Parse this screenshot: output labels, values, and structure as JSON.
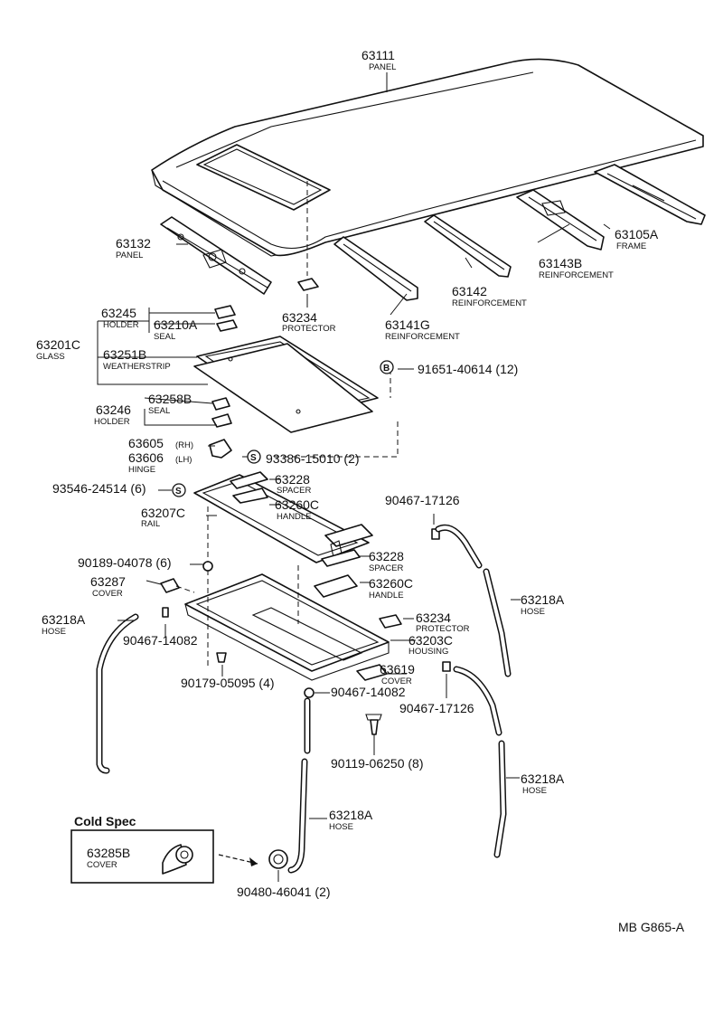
{
  "labels": {
    "panel_roof": {
      "pn": "63111",
      "nm": "PANEL"
    },
    "panel_front": {
      "pn": "63132",
      "nm": "PANEL"
    },
    "frame": {
      "pn": "63105A",
      "nm": "FRAME"
    },
    "reinf_b": {
      "pn": "63143B",
      "nm": "REINFORCEMENT"
    },
    "reinf_142": {
      "pn": "63142",
      "nm": "REINFORCEMENT"
    },
    "reinf_g": {
      "pn": "63141G",
      "nm": "REINFORCEMENT"
    },
    "protector_top": {
      "pn": "63234",
      "nm": "PROTECTOR"
    },
    "holder_top": {
      "pn": "63245",
      "nm": "HOLDER"
    },
    "seal_top": {
      "pn": "63210A",
      "nm": "SEAL"
    },
    "glass": {
      "pn": "63201C",
      "nm": "GLASS"
    },
    "weatherstrip": {
      "pn": "63251B",
      "nm": "WEATHERSTRIP"
    },
    "bolt_b": {
      "code": "B",
      "pn": "91651-40614 (12)"
    },
    "seal_bottom": {
      "pn": "63258B",
      "nm": "SEAL"
    },
    "holder_bottom": {
      "pn": "63246",
      "nm": "HOLDER"
    },
    "hinge": {
      "pn_rh": "63605",
      "rh": "(RH)",
      "pn_lh": "63606",
      "lh": "(LH)",
      "nm": "HINGE"
    },
    "screw_s1": {
      "code": "S",
      "pn": "93386-15010 (2)"
    },
    "screw_s2": {
      "code": "S",
      "pn": "93546-24514 (6)"
    },
    "spacer_1": {
      "pn": "63228",
      "nm": "SPACER"
    },
    "handle_1": {
      "pn": "63260C",
      "nm": "HANDLE"
    },
    "rail": {
      "pn": "63207C",
      "nm": "RAIL"
    },
    "clip_17126_top": {
      "pn": "90467-17126"
    },
    "spacer_2": {
      "pn": "63228",
      "nm": "SPACER"
    },
    "handle_2": {
      "pn": "63260C",
      "nm": "HANDLE"
    },
    "nut_04078": {
      "pn": "90189-04078 (6)"
    },
    "cover_287": {
      "pn": "63287",
      "nm": "COVER"
    },
    "hose_left": {
      "pn": "63218A",
      "nm": "HOSE"
    },
    "hose_right_top": {
      "pn": "63218A",
      "nm": "HOSE"
    },
    "protector_2": {
      "pn": "63234",
      "nm": "PROTECTOR"
    },
    "housing": {
      "pn": "63203C",
      "nm": "HOUSING"
    },
    "clip_14082_left": {
      "pn": "90467-14082"
    },
    "cover_619": {
      "pn": "63619",
      "nm": "COVER"
    },
    "bolt_05095": {
      "pn": "90179-05095 (4)"
    },
    "clip_14082_mid": {
      "pn": "90467-14082"
    },
    "clip_17126_bot": {
      "pn": "90467-17126"
    },
    "bolt_06250": {
      "pn": "90119-06250 (8)"
    },
    "hose_right_bot": {
      "pn": "63218A",
      "nm": "HOSE"
    },
    "hose_mid": {
      "pn": "63218A",
      "nm": "HOSE"
    },
    "cold_spec": {
      "title": "Cold Spec",
      "pn": "63285B",
      "nm": "COVER"
    },
    "grommet": {
      "pn": "90480-46041 (2)"
    },
    "ref": "MB G865-A"
  }
}
